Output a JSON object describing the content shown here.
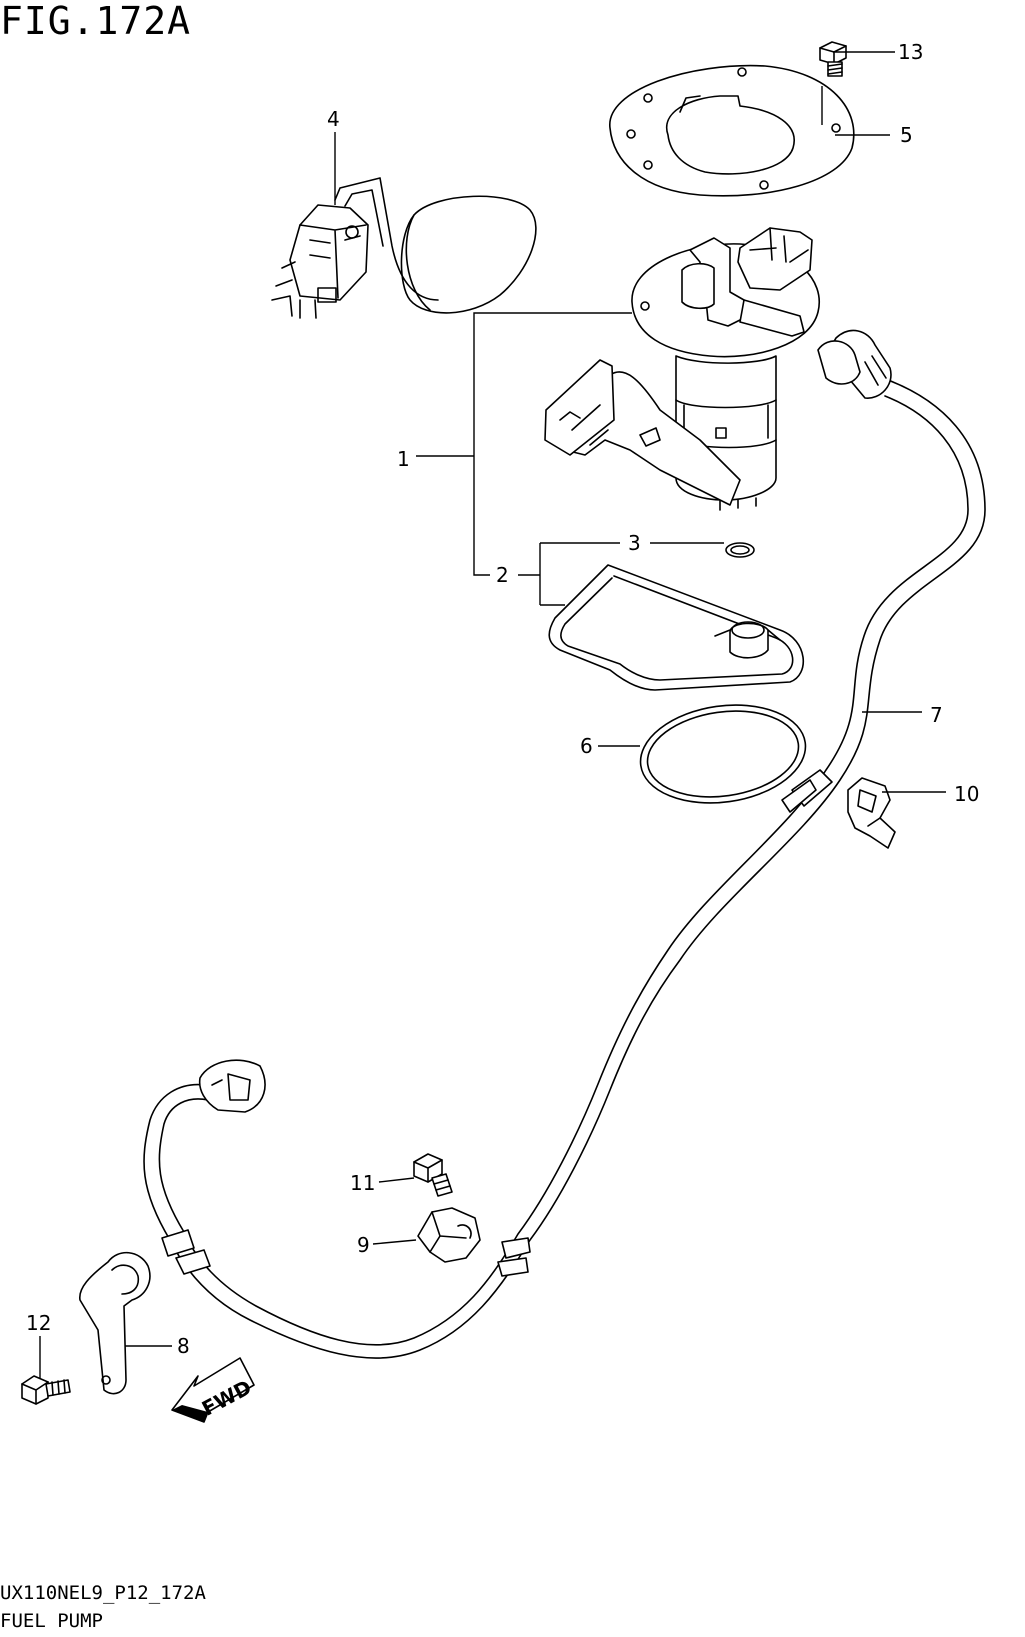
{
  "figure": {
    "title": "FIG.172A",
    "code": "UX110NEL9_P12_172A",
    "name": "FUEL PUMP",
    "fwd_label": "FWD"
  },
  "callouts": [
    "1",
    "2",
    "3",
    "4",
    "5",
    "6",
    "7",
    "8",
    "9",
    "10",
    "11",
    "12",
    "13"
  ]
}
